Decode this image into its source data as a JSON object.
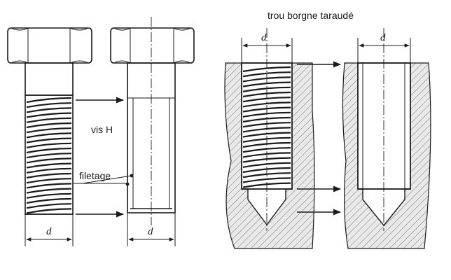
{
  "labels": {
    "title_tapped_hole": "trou borgne taraudé",
    "screw": "vis H",
    "thread": "filetage",
    "d_screw_1": "d",
    "d_screw_2": "d",
    "d_hole_1": "d",
    "d_hole_2": "d"
  },
  "colors": {
    "ink": "#1a1a1a",
    "part_fill": "#e9e9e9",
    "background": "#ffffff"
  }
}
